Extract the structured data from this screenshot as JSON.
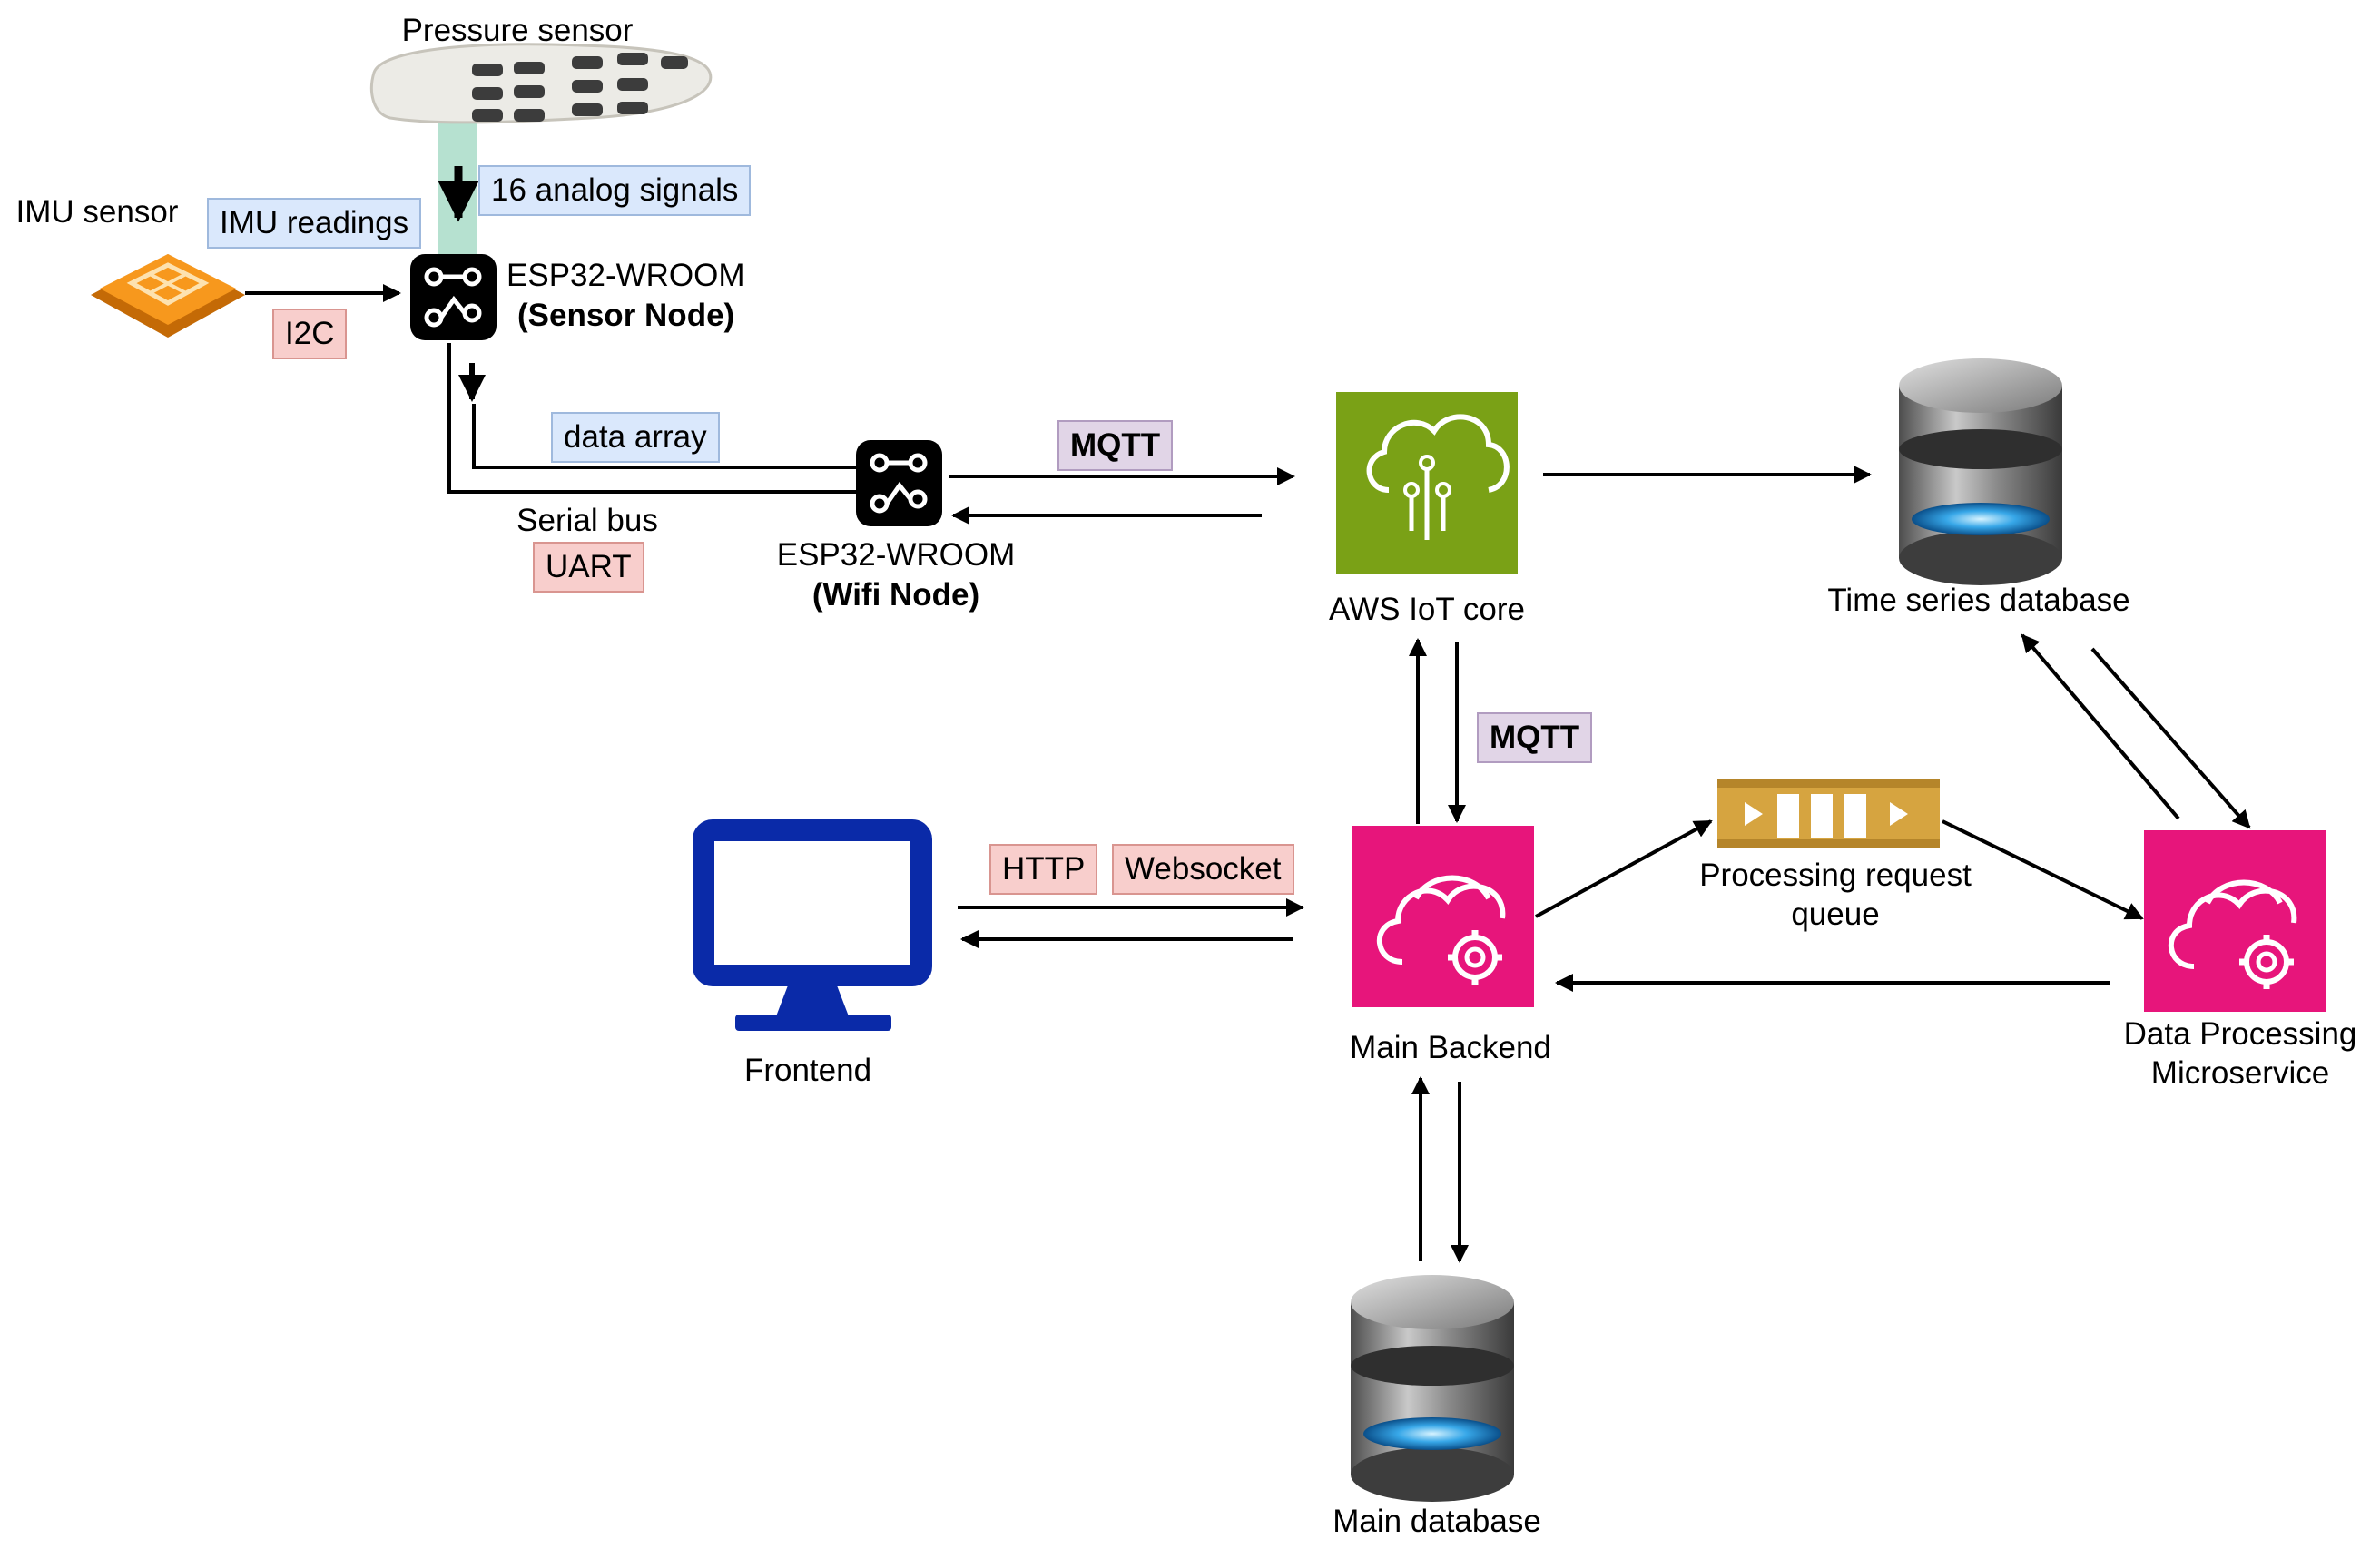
{
  "nodes": {
    "pressure_sensor": "Pressure sensor",
    "imu_sensor": "IMU sensor",
    "sensor_node_title": "ESP32-WROOM",
    "sensor_node_sub": "(Sensor Node)",
    "wifi_node_title": "ESP32-WROOM",
    "wifi_node_sub": "(Wifi Node)",
    "aws_iot": "AWS IoT core",
    "time_series_db": "Time series database",
    "frontend": "Frontend",
    "main_backend": "Main Backend",
    "queue_line1": "Processing request",
    "queue_line2": "queue",
    "dp_line1": "Data Processing",
    "dp_line2": "Microservice",
    "main_db": "Main database"
  },
  "edge_labels": {
    "analog": "16 analog signals",
    "imu_readings": "IMU readings",
    "i2c": "I2C",
    "data_array": "data array",
    "serial_bus": "Serial bus",
    "uart": "UART",
    "mqtt_top": "MQTT",
    "mqtt_vertical": "MQTT",
    "http": "HTTP",
    "websocket": "Websocket"
  },
  "colors": {
    "aws_green": "#7aa116",
    "backend_pink": "#e7157b",
    "queue_gold": "#d6a440",
    "monitor_blue": "#0a2aa8",
    "imu_orange": "#f7981d",
    "label_blue": "#dae8fc",
    "label_red": "#f8cecc",
    "label_purple": "#e1d5e7"
  },
  "icons": [
    "insole-pressure-sensor-icon",
    "imu-chip-icon",
    "esp32-chip-icon",
    "aws-iot-core-icon",
    "database-icon",
    "monitor-icon",
    "cloud-gear-icon",
    "message-queue-icon"
  ]
}
